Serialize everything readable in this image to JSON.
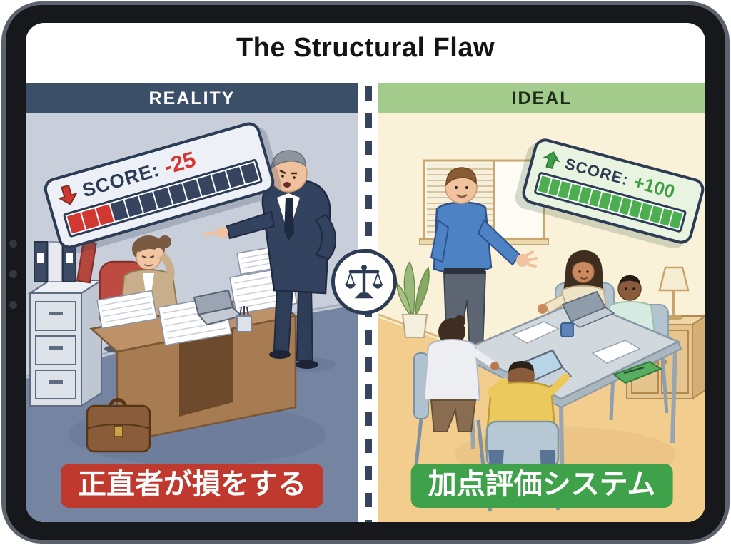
{
  "title": "The Structural Flaw",
  "divider": {
    "icon": "balance-scale-icon",
    "dash_color": "#36445f"
  },
  "left_panel": {
    "header_label": "REALITY",
    "header_bg": "#3b4f69",
    "header_text_color": "#ffffff",
    "wall_color": "#c8ceda",
    "floor_color": "#7584a0",
    "scoreboard": {
      "label": "SCORE:",
      "value": "-25",
      "trend_icon": "down-arrow-icon",
      "accent": "#d23732",
      "segments_total": 13,
      "segments_filled": 3,
      "segment_filled_color": "#d23732",
      "segment_empty_color": "#36445f"
    },
    "caption": {
      "text": "正直者が損をする",
      "bg": "#c0392f",
      "color": "#ffffff"
    }
  },
  "right_panel": {
    "header_label": "IDEAL",
    "header_bg": "#a2cb8c",
    "header_text_color": "#1c2a1c",
    "wall_color": "#faf1d9",
    "floor_color": "#f3cd8d",
    "scoreboard": {
      "label": "SCORE:",
      "value": "+100",
      "trend_icon": "up-arrow-icon",
      "accent": "#3f9e45",
      "segments_total": 14,
      "segments_filled": 14,
      "segment_filled_color": "#4cae4f",
      "segment_empty_color": "#cdebc4"
    },
    "caption": {
      "text": "加点評価システム",
      "bg": "#3fa24b",
      "color": "#ffffff"
    }
  }
}
